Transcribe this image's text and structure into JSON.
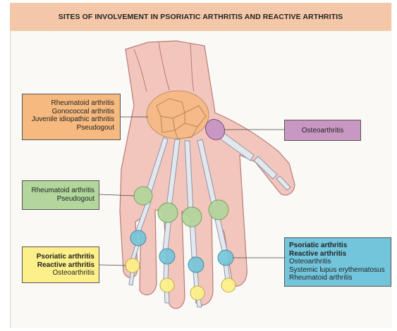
{
  "title": "SITES OF INVOLVEMENT IN PSORIATIC ARTHRITIS AND REACTIVE ARTHRITIS",
  "colors": {
    "title_bg": "#f4c7a8",
    "skin": "#f3c6bd",
    "bone": "#e4e8ee",
    "wrist": "#f6b97f",
    "cmc": "#c898c3",
    "pip": "#b2d69b",
    "mcp_blue": "#73c5dc",
    "dip_yellow": "#fdf08a"
  },
  "callouts": {
    "wrist": [
      "Rheumatoid arthritis",
      "Gonococcal arthritis",
      "Juvenile idiopathic arthritis",
      "Pseudogout"
    ],
    "cmc": [
      "Osteoarthritis"
    ],
    "pip": [
      "Rheumatoid arthritis",
      "Pseudogout"
    ],
    "dip_left": {
      "bold": [
        "Psoriatic arthritis",
        "Reactive arthritis"
      ],
      "normal": [
        "Osteoarthritis"
      ]
    },
    "dip_right": {
      "bold": [
        "Psoriatic arthritis",
        "Reactive arthritis"
      ],
      "normal": [
        "Osteoarthritis",
        "Systemic lupus erythematosus",
        "Rheumatoid arthritis"
      ]
    }
  }
}
